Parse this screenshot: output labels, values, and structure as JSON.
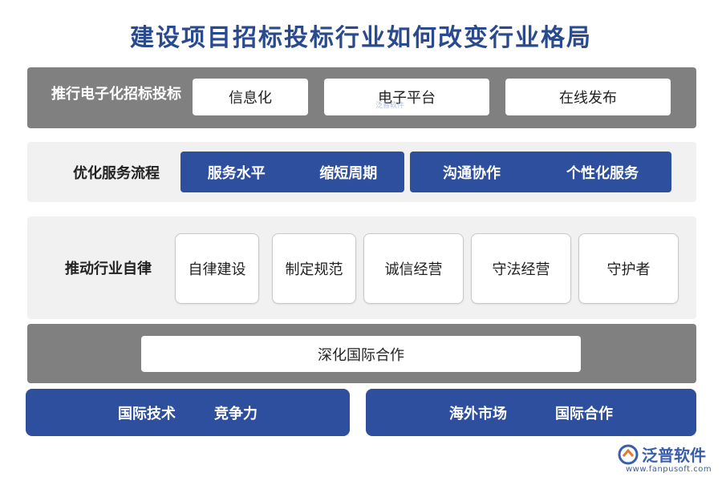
{
  "title": "建设项目招标投标行业如何改变行业格局",
  "row1": {
    "label": "推行电子化招标投标",
    "items": [
      "信息化",
      "电子平台",
      "在线发布"
    ]
  },
  "row2": {
    "label": "优化服务流程",
    "group1": [
      "服务水平",
      "缩短周期"
    ],
    "group2": [
      "沟通协作",
      "个性化服务"
    ]
  },
  "row3": {
    "label": "推动行业自律",
    "items": [
      "自律建设",
      "制定规范",
      "诚信经营",
      "守法经营",
      "守护者"
    ]
  },
  "row4": {
    "label": "深化国际合作"
  },
  "row5": {
    "left": [
      "国际技术",
      "竞争力"
    ],
    "right": [
      "海外市场",
      "国际合作"
    ]
  },
  "watermark": {
    "mid": "泛普软件",
    "brand": "泛普软件",
    "url": "www.fanpusoft.com"
  },
  "colors": {
    "title": "#2a4a8f",
    "blue": "#2d4f9e",
    "gray": "#808080",
    "light": "#f1f1f1"
  }
}
